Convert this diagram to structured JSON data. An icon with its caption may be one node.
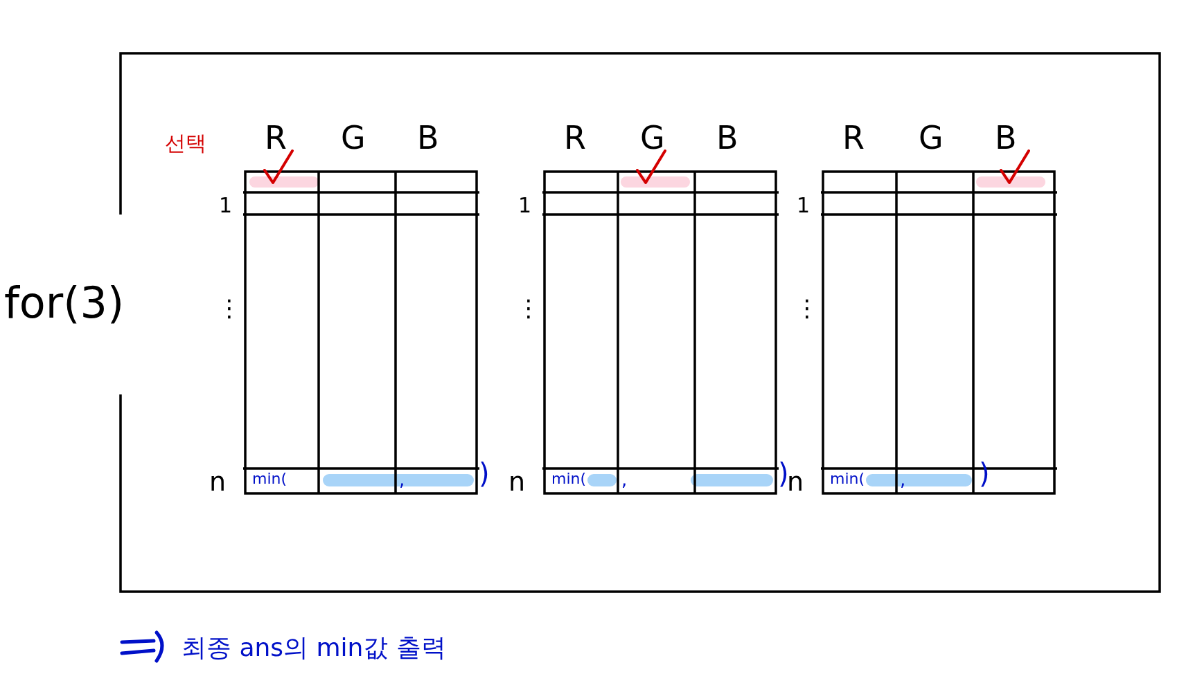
{
  "diagram": {
    "nodes": [
      {
        "text": [
          "for(3)"
        ]
      }
    ],
    "edges": [],
    "labels": [
      "선택",
      "R",
      "G",
      "B",
      "1",
      "⋮",
      "n",
      "min(",
      ",",
      ")",
      "R",
      "G",
      "B",
      "1",
      "⋮",
      "n",
      "min(",
      ",",
      ")",
      "R",
      "G",
      "B",
      "1",
      "⋮",
      "n",
      "min(",
      ",",
      ")",
      "최종 ans의 min값 출력"
    ]
  }
}
